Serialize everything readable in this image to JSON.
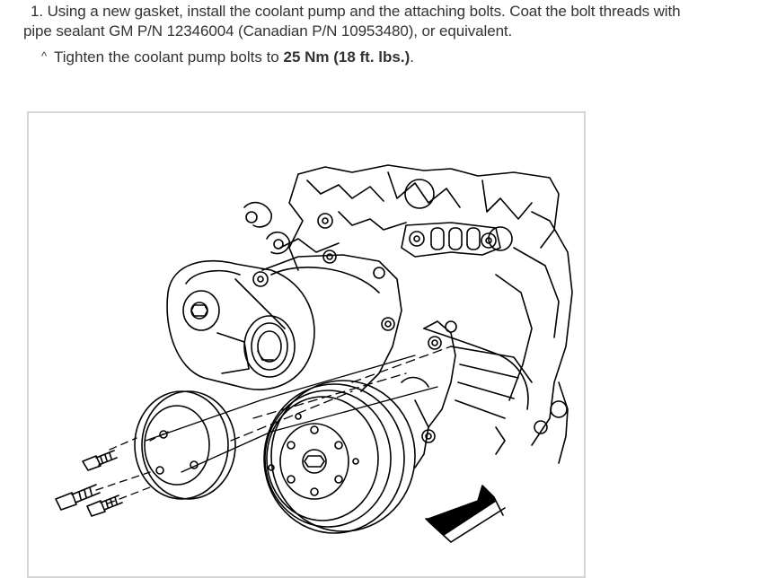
{
  "procedure": {
    "step_number": "1.",
    "step_line_1": "Using a new gasket, install the coolant pump and the attaching bolts. Coat the bolt threads with",
    "step_line_2": "pipe sealant GM P/N 12346004 (Canadian P/N 10953480), or equivalent.",
    "substep_marker": "^",
    "substep_text": "Tighten the coolant pump bolts to",
    "torque_spec": "25 Nm (18 ft. lbs.)",
    "substep_end": "."
  },
  "figure": {
    "subject": "coolant-pump-installation-illustration",
    "stroke_color": "#000000",
    "frame_color": "#d6d6d6"
  }
}
